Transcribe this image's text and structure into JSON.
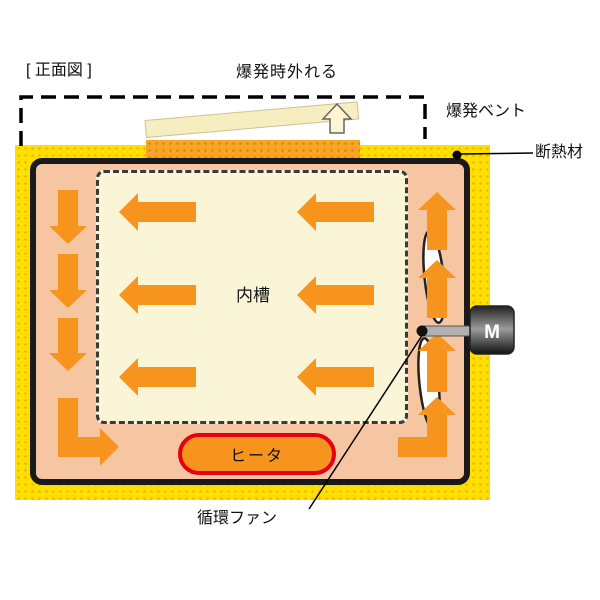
{
  "diagram": {
    "title": "[ 正面図 ]",
    "labels": {
      "detaches_on_explosion": "爆発時外れる",
      "explosion_vent": "爆発ベント",
      "insulation": "断熱材",
      "inner_chamber": "内槽",
      "heater": "ヒータ",
      "circulation_fan": "循環ファン",
      "motor": "M"
    },
    "colors": {
      "insulation_yellow": "#ffdf00",
      "duct_pink": "#f6c6a2",
      "chamber_cream": "#fbf5d8",
      "arrow_orange": "#f7941d",
      "heater_fill": "#f7941d",
      "heater_border": "#e60012",
      "vent_flap": "#f6eec1",
      "vent_band": "#f7a427"
    }
  }
}
